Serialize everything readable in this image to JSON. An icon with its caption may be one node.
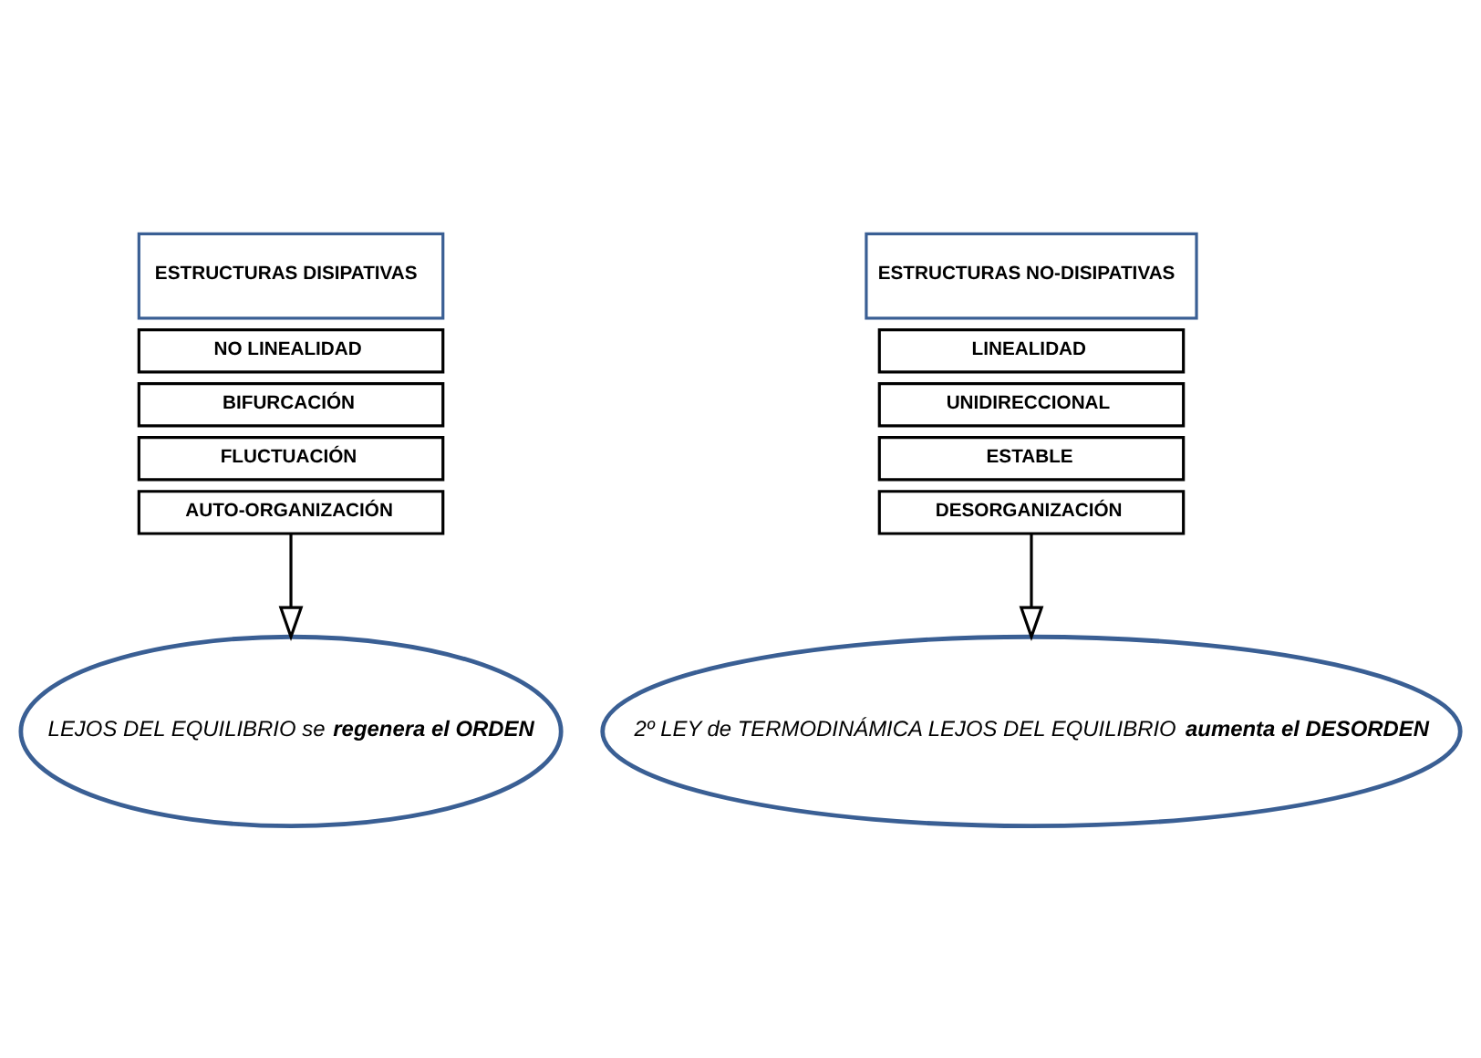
{
  "diagram": {
    "nodes": [
      {
        "text": [
          "ESTRUCTURAS DISIPATIVAS"
        ]
      },
      {
        "text": [
          "NO LINEALIDAD"
        ]
      },
      {
        "text": [
          "BIFURCACIÓN"
        ]
      },
      {
        "text": [
          "FLUCTUACIÓN"
        ]
      },
      {
        "text": [
          "AUTO-ORGANIZACIÓN"
        ]
      },
      {
        "text": [
          "ESTRUCTURAS NO-DISIPATIVAS"
        ]
      },
      {
        "text": [
          "LINEALIDAD"
        ]
      },
      {
        "text": [
          "UNIDIRECCIONAL"
        ]
      },
      {
        "text": [
          "ESTABLE"
        ]
      },
      {
        "text": [
          "DESORGANIZACIÓN"
        ]
      },
      {
        "text": [
          "LEJOS DEL EQUILIBRIO se **regenera el ORDEN**"
        ]
      },
      {
        "text": [
          "2º LEY de TERMODINÁMICA LEJOS DEL EQUILIBRIO **aumenta el DESORDEN**"
        ]
      }
    ],
    "edges": [
      {
        "from": 4,
        "to": 10,
        "arrow": "to"
      },
      {
        "from": 9,
        "to": 11,
        "arrow": "to"
      }
    ]
  }
}
